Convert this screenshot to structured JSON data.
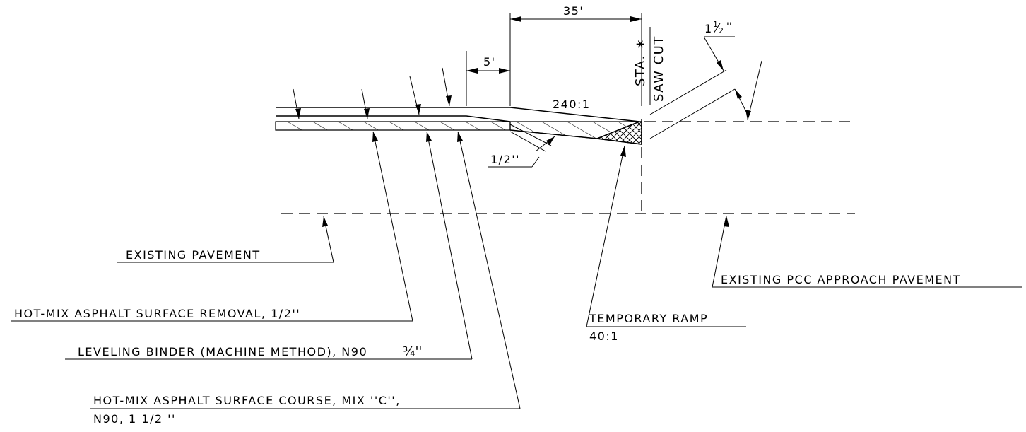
{
  "dimensions": {
    "overall_length": "35'",
    "taper_length": "5'",
    "joint_depth": "1/2''",
    "slope": "240:1",
    "edge_depth_whole": "1",
    "edge_depth_num": "1",
    "edge_depth_den": "2",
    "edge_depth_unit": "''"
  },
  "station": {
    "line1": "STA. ∗",
    "line2": "SAW CUT"
  },
  "labels": {
    "existing_pavement": "EXISTING PAVEMENT",
    "existing_pcc": "EXISTING PCC APPROACH PAVEMENT",
    "surface_removal": "HOT-MIX ASPHALT SURFACE REMOVAL, 1/2''",
    "leveling_binder": "LEVELING BINDER (MACHINE METHOD), N90",
    "leveling_binder_fraction": "¾''",
    "surface_course_line1": "HOT-MIX ASPHALT SURFACE COURSE, MIX ''C'',",
    "surface_course_line2": "N90, 1 1/2 ''",
    "temporary_ramp": "TEMPORARY RAMP",
    "temporary_ramp_slope": "40:1"
  }
}
